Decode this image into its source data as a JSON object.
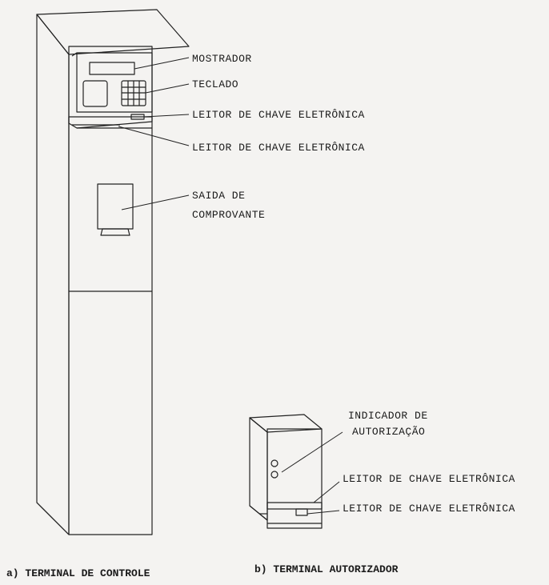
{
  "terminal_controle": {
    "labels": {
      "mostrador": "MOSTRADOR",
      "teclado": "TECLADO",
      "leitor1": "LEITOR DE CHAVE ELETRÔNICA",
      "leitor2": "LEITOR DE CHAVE ELETRÔNICA",
      "saida_line1": "SAIDA DE",
      "saida_line2": "COMPROVANTE"
    },
    "caption": "a) TERMINAL DE CONTROLE"
  },
  "terminal_autorizador": {
    "labels": {
      "indicador_line1": "INDICADOR DE",
      "indicador_line2": "AUTORIZAÇÃO",
      "leitor1": "LEITOR DE CHAVE ELETRÔNICA",
      "leitor2": "LEITOR DE CHAVE ELETRÔNICA"
    },
    "caption": "b) TERMINAL AUTORIZADOR"
  }
}
